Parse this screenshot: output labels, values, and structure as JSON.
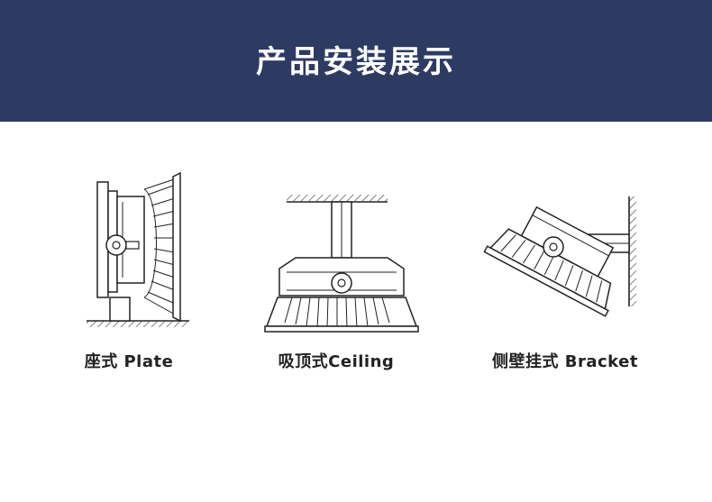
{
  "banner": {
    "title": "产品安装展示",
    "bg_color": "#2d3b63"
  },
  "installations": [
    {
      "caption": "座式 Plate",
      "icon": "plate-mount-lamp-drawing"
    },
    {
      "caption": "吸顶式Ceiling",
      "icon": "ceiling-mount-lamp-drawing"
    },
    {
      "caption": "侧壁挂式 Bracket",
      "icon": "wall-bracket-lamp-drawing"
    }
  ]
}
